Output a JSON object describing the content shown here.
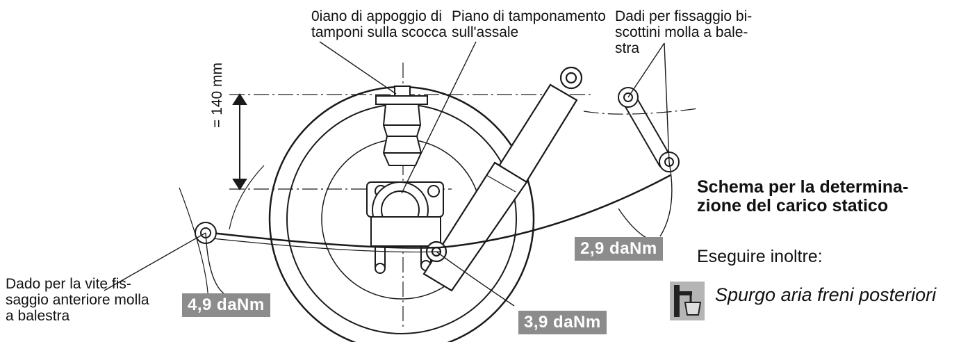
{
  "labels": {
    "bump_plane_body": [
      "0iano di appoggio di",
      "tamponi sulla scocca"
    ],
    "bump_plane_axle": [
      "Piano di tamponamento",
      "sull'assale"
    ],
    "shackle_nuts": [
      "Dadi per fissaggio bi-",
      "scottini molla a bale-",
      "stra"
    ],
    "front_bolt_nut": [
      "Dado per la vite fis-",
      "saggio anteriore molla",
      "a balestra"
    ],
    "dimension": "= 140 mm"
  },
  "torques": {
    "front_bolt": "4,9 daNm",
    "shackle": "2,9 daNm",
    "shock_lower": "3,9 daNm"
  },
  "side": {
    "title": [
      "Schema per la determina-",
      "zione del carico statico"
    ],
    "also": "Eseguire inoltre:",
    "operation": "Spurgo aria freni posteriori",
    "operation_icon": "brake-bleed-icon"
  }
}
